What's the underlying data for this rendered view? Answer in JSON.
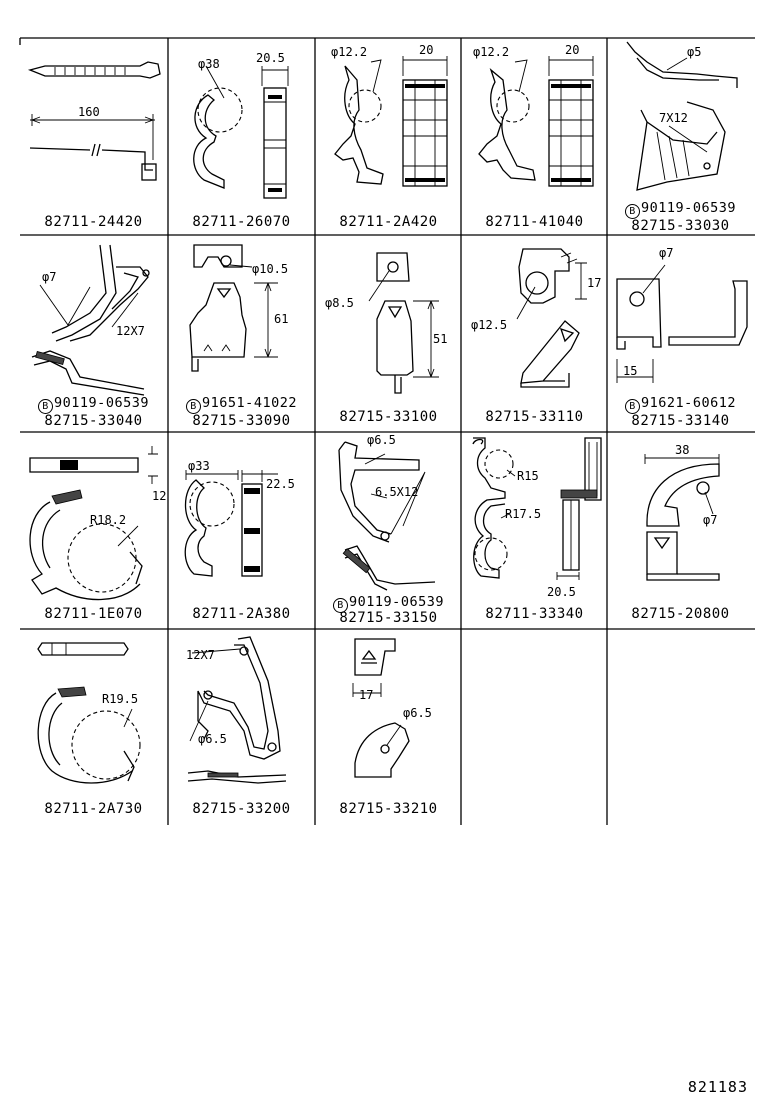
{
  "sheet_ref": "821183",
  "cells": [
    {
      "pn": "82711-24420",
      "labels": [
        "160"
      ]
    },
    {
      "pn": "82711-26070",
      "labels": [
        "φ38",
        "20.5"
      ]
    },
    {
      "pn": "82711-2A420",
      "labels": [
        "φ12.2",
        "20"
      ]
    },
    {
      "pn": "82711-41040",
      "labels": [
        "φ12.2",
        "20"
      ]
    },
    {
      "pn": "82715-33030",
      "sub": "90119-06539",
      "labels": [
        "φ5",
        "7X12"
      ]
    },
    {
      "pn": "82715-33040",
      "sub": "90119-06539",
      "labels": [
        "φ7",
        "12X7"
      ]
    },
    {
      "pn": "82715-33090",
      "sub": "91651-41022",
      "labels": [
        "φ10.5",
        "61"
      ]
    },
    {
      "pn": "82715-33100",
      "labels": [
        "φ8.5",
        "51"
      ]
    },
    {
      "pn": "82715-33110",
      "labels": [
        "17",
        "φ12.5"
      ]
    },
    {
      "pn": "82715-33140",
      "sub": "91621-60612",
      "labels": [
        "φ7",
        "15"
      ]
    },
    {
      "pn": "82711-1E070",
      "labels": [
        "12",
        "R18.2"
      ]
    },
    {
      "pn": "82711-2A380",
      "labels": [
        "φ33",
        "22.5"
      ]
    },
    {
      "pn": "82715-33150",
      "sub": "90119-06539",
      "labels": [
        "φ6.5",
        "6.5X12"
      ]
    },
    {
      "pn": "82711-33340",
      "labels": [
        "R15",
        "R17.5",
        "20.5"
      ]
    },
    {
      "pn": "82715-20800",
      "labels": [
        "38",
        "φ7"
      ]
    },
    {
      "pn": "82711-2A730",
      "labels": [
        "R19.5"
      ]
    },
    {
      "pn": "82715-33200",
      "labels": [
        "12X7",
        "φ6.5"
      ]
    },
    {
      "pn": "82715-33210",
      "labels": [
        "17",
        "φ6.5"
      ]
    }
  ],
  "circle_b": "B"
}
